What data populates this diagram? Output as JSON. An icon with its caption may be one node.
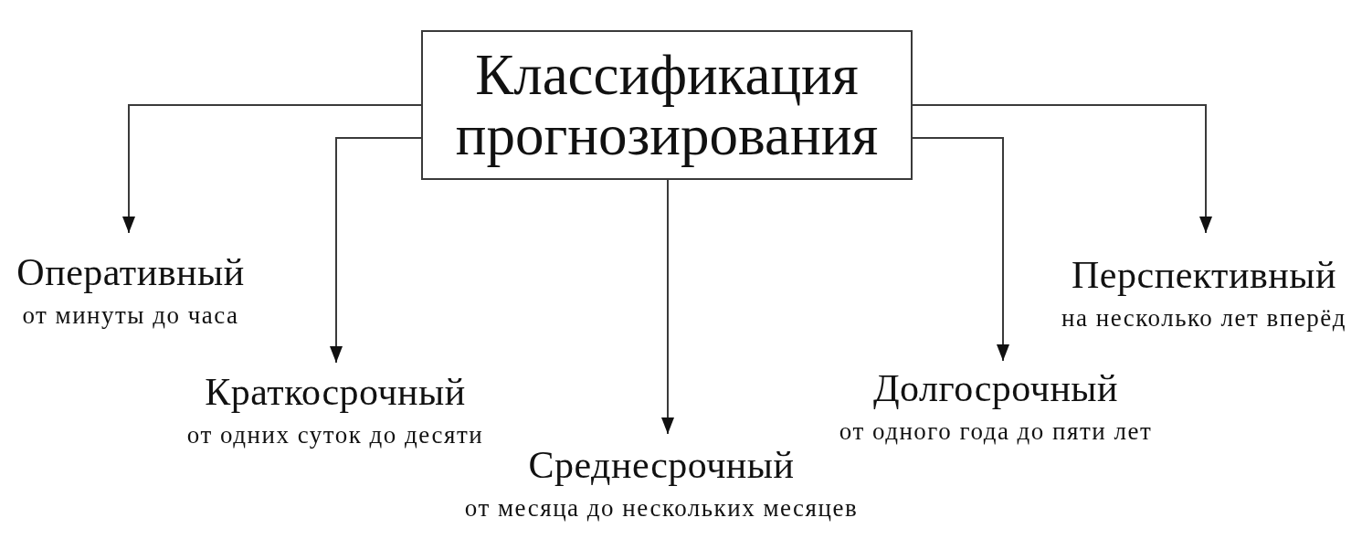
{
  "diagram": {
    "nodes": [
      {
        "text": [
          "Классификация прогнозирования"
        ]
      },
      {
        "text": [
          "Оперативный",
          "от минуты до часа"
        ]
      },
      {
        "text": [
          "Краткосрочный",
          "от одних суток до десяти"
        ]
      },
      {
        "text": [
          "Среднесрочный",
          "от месяца до нескольких месяцев"
        ]
      },
      {
        "text": [
          "Долгосрочный",
          "от одного года до пяти лет"
        ]
      },
      {
        "text": [
          "Перспективный",
          "на несколько лет вперёд"
        ]
      }
    ],
    "edges": [
      {
        "from": 0,
        "to": 1,
        "arrow": "to"
      },
      {
        "from": 0,
        "to": 2,
        "arrow": "to"
      },
      {
        "from": 0,
        "to": 3,
        "arrow": "to"
      },
      {
        "from": 0,
        "to": 4,
        "arrow": "to"
      },
      {
        "from": 0,
        "to": 5,
        "arrow": "to"
      }
    ]
  }
}
